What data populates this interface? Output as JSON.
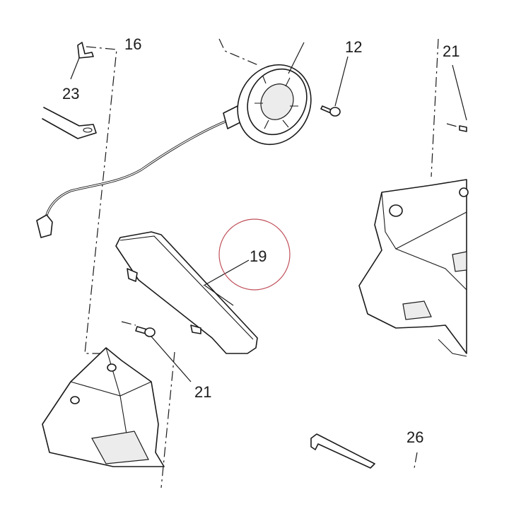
{
  "labels": {
    "p16": "16",
    "p12": "12",
    "p21_top": "21",
    "p23": "23",
    "p19": "19",
    "p21_mid": "21",
    "p26": "26"
  },
  "colors": {
    "line": "#1a1a1a",
    "highlight_circle": "#c0505a",
    "shade": "#ececec"
  }
}
